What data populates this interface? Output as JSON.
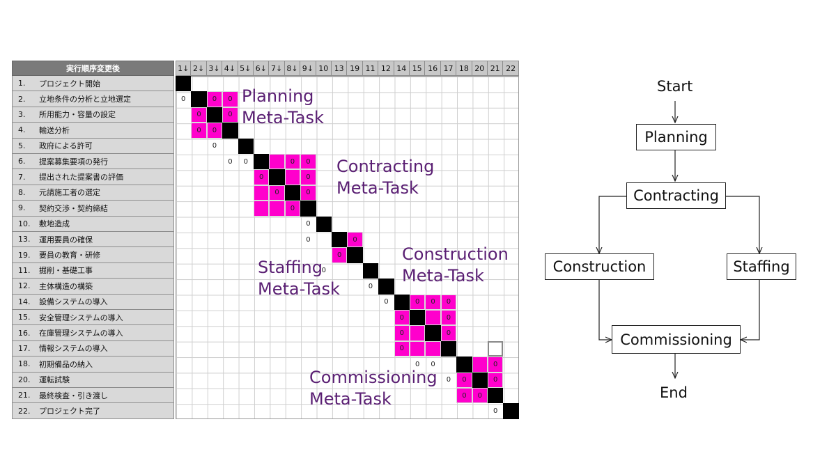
{
  "dsm": {
    "header_label": "実行順序変更後",
    "columns": [
      "1↓",
      "2↓",
      "3↓",
      "4↓",
      "5↓",
      "6↓",
      "7↓",
      "8↓",
      "9↓",
      "10",
      "13",
      "19",
      "11",
      "12",
      "14",
      "15",
      "16",
      "17",
      "18",
      "20",
      "21",
      "22"
    ],
    "rows": [
      {
        "num": "1.",
        "name": "プロジェクト開始"
      },
      {
        "num": "2.",
        "name": "立地条件の分析と立地選定"
      },
      {
        "num": "3.",
        "name": "所用能力・容量の設定"
      },
      {
        "num": "4.",
        "name": "輸送分析"
      },
      {
        "num": "5.",
        "name": "政府による許可"
      },
      {
        "num": "6.",
        "name": "提案募集要項の発行"
      },
      {
        "num": "7.",
        "name": "提出された提案書の評価"
      },
      {
        "num": "8.",
        "name": "元請施工者の選定"
      },
      {
        "num": "9.",
        "name": "契約交渉・契約締結"
      },
      {
        "num": "10.",
        "name": "敷地造成"
      },
      {
        "num": "13.",
        "name": "運用要員の確保"
      },
      {
        "num": "19.",
        "name": "要員の教育・研修"
      },
      {
        "num": "11.",
        "name": "掘削・基礎工事"
      },
      {
        "num": "12.",
        "name": "主体構造の構築"
      },
      {
        "num": "14.",
        "name": "設備システムの導入"
      },
      {
        "num": "15.",
        "name": "安全管理システムの導入"
      },
      {
        "num": "16.",
        "name": "在庫管理システムの導入"
      },
      {
        "num": "17.",
        "name": "情報システムの導入"
      },
      {
        "num": "18.",
        "name": "初期備品の納入"
      },
      {
        "num": "20.",
        "name": "運転試験"
      },
      {
        "num": "21.",
        "name": "最終検査・引き渡し"
      },
      {
        "num": "22.",
        "name": "プロジェクト完了"
      }
    ],
    "cell_mark": "0",
    "pink_blocks": [
      [
        1,
        3
      ],
      [
        5,
        8
      ],
      [
        10,
        11
      ],
      [
        14,
        17
      ],
      [
        18,
        20
      ]
    ],
    "dependencies": [
      [
        1,
        0
      ],
      [
        1,
        2
      ],
      [
        1,
        3
      ],
      [
        2,
        1
      ],
      [
        2,
        3
      ],
      [
        3,
        1
      ],
      [
        3,
        2
      ],
      [
        4,
        2
      ],
      [
        5,
        3
      ],
      [
        5,
        4
      ],
      [
        5,
        7
      ],
      [
        5,
        8
      ],
      [
        6,
        5
      ],
      [
        6,
        8
      ],
      [
        7,
        6
      ],
      [
        7,
        8
      ],
      [
        8,
        7
      ],
      [
        9,
        8
      ],
      [
        10,
        8
      ],
      [
        10,
        11
      ],
      [
        11,
        10
      ],
      [
        12,
        9
      ],
      [
        13,
        12
      ],
      [
        14,
        13
      ],
      [
        14,
        15
      ],
      [
        14,
        16
      ],
      [
        14,
        17
      ],
      [
        15,
        14
      ],
      [
        15,
        17
      ],
      [
        16,
        14
      ],
      [
        16,
        17
      ],
      [
        17,
        14
      ],
      [
        18,
        15
      ],
      [
        18,
        16
      ],
      [
        18,
        20
      ],
      [
        19,
        17
      ],
      [
        19,
        18
      ],
      [
        19,
        20
      ],
      [
        20,
        18
      ],
      [
        20,
        19
      ],
      [
        21,
        20
      ]
    ],
    "outlined_cells": [
      [
        17,
        20
      ]
    ],
    "meta_tasks": {
      "planning": [
        "Planning",
        "Meta-Task"
      ],
      "contracting": [
        "Contracting",
        "Meta-Task"
      ],
      "staffing": [
        "Staffing",
        "Meta-Task"
      ],
      "construction": [
        "Construction",
        "Meta-Task"
      ],
      "commissioning": [
        "Commissioning",
        "Meta-Task"
      ]
    },
    "meta_color": "#5a1f73",
    "pink_color": "#ff00cc"
  },
  "flowchart": {
    "start": "Start",
    "planning": "Planning",
    "contracting": "Contracting",
    "construction": "Construction",
    "staffing": "Staffing",
    "commissioning": "Commissioning",
    "end": "End"
  }
}
